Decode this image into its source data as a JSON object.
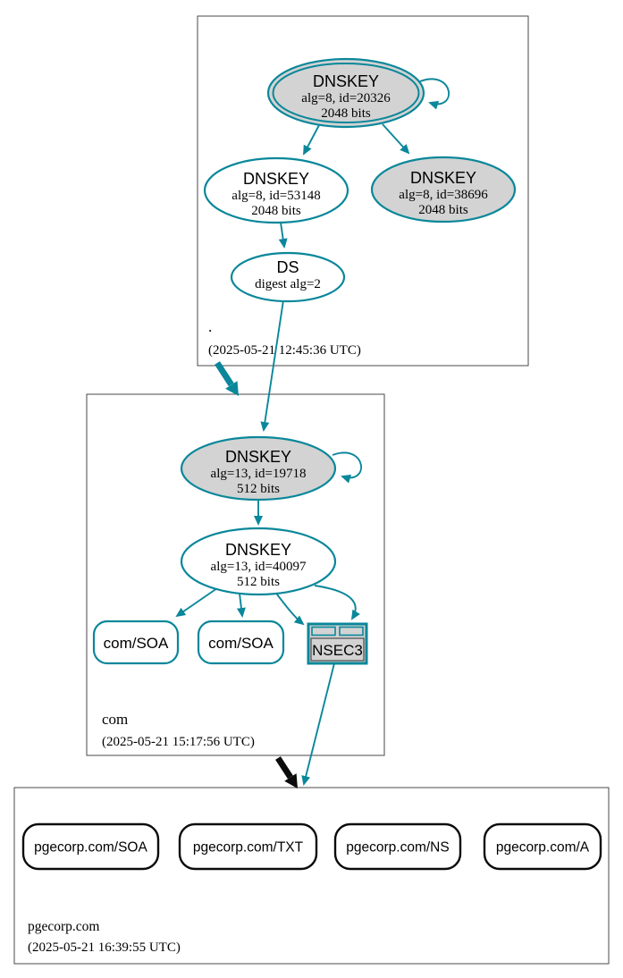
{
  "diagram": {
    "zones": {
      "root": {
        "name": ".",
        "timestamp": "(2025-05-21 12:45:36 UTC)"
      },
      "com": {
        "name": "com",
        "timestamp": "(2025-05-21 15:17:56 UTC)"
      },
      "pgecorp": {
        "name": "pgecorp.com",
        "timestamp": "(2025-05-21 16:39:55 UTC)"
      }
    },
    "nodes": {
      "root_ksk": {
        "title": "DNSKEY",
        "detail1": "alg=8, id=20326",
        "detail2": "2048 bits"
      },
      "root_zsk": {
        "title": "DNSKEY",
        "detail1": "alg=8, id=53148",
        "detail2": "2048 bits"
      },
      "root_dnskey_38696": {
        "title": "DNSKEY",
        "detail1": "alg=8, id=38696",
        "detail2": "2048 bits"
      },
      "root_ds": {
        "title": "DS",
        "detail1": "digest alg=2"
      },
      "com_ksk": {
        "title": "DNSKEY",
        "detail1": "alg=13, id=19718",
        "detail2": "512 bits"
      },
      "com_zsk": {
        "title": "DNSKEY",
        "detail1": "alg=13, id=40097",
        "detail2": "512 bits"
      },
      "com_soa_1": {
        "label": "com/SOA"
      },
      "com_soa_2": {
        "label": "com/SOA"
      },
      "com_nsec3": {
        "label": "NSEC3"
      },
      "pgecorp_soa": {
        "label": "pgecorp.com/SOA"
      },
      "pgecorp_txt": {
        "label": "pgecorp.com/TXT"
      },
      "pgecorp_ns": {
        "label": "pgecorp.com/NS"
      },
      "pgecorp_a": {
        "label": "pgecorp.com/A"
      }
    },
    "colors": {
      "secure_teal": "#0a879a",
      "insecure_black": "#0b0b0b",
      "node_gray_fill": "#d3d3d3",
      "zone_border_gray": "#4a4a4a"
    }
  }
}
